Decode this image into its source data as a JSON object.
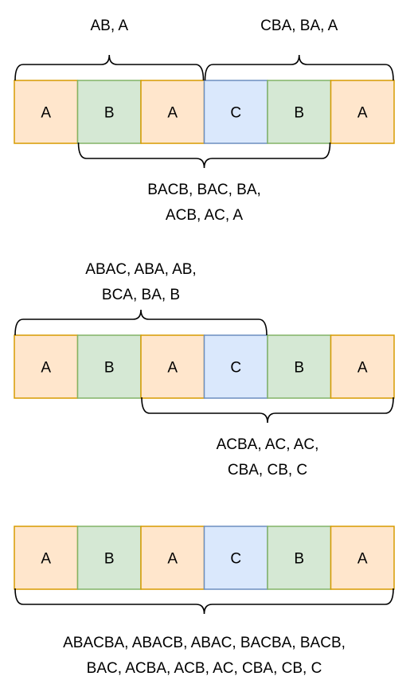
{
  "colors": {
    "A": {
      "fill": "#ffe6cc",
      "stroke": "#d79b00"
    },
    "B": {
      "fill": "#d5e8d4",
      "stroke": "#82b366"
    },
    "C": {
      "fill": "#dae8fc",
      "stroke": "#6c8ebf"
    }
  },
  "diagrams": [
    {
      "cells": [
        "A",
        "B",
        "A",
        "C",
        "B",
        "A"
      ],
      "braces": [
        {
          "label_lines": [
            "AB, A"
          ]
        },
        {
          "label_lines": [
            "CBA, BA, A"
          ]
        },
        {
          "label_lines": [
            "BACB, BAC, BA,",
            "ACB, AC, A"
          ]
        }
      ]
    },
    {
      "cells": [
        "A",
        "B",
        "A",
        "C",
        "B",
        "A"
      ],
      "braces": [
        {
          "label_lines": [
            "ABAC, ABA, AB,",
            "BCA, BA, B"
          ]
        },
        {
          "label_lines": [
            "ACBA, AC, AC,",
            "CBA, CB, C"
          ]
        }
      ]
    },
    {
      "cells": [
        "A",
        "B",
        "A",
        "C",
        "B",
        "A"
      ],
      "braces": [
        {
          "label_lines": [
            "ABACBA, ABACB, ABAC, BACBA, BACB,",
            "BAC, ACBA, ACB, AC, CBA, CB, C"
          ]
        }
      ]
    }
  ]
}
